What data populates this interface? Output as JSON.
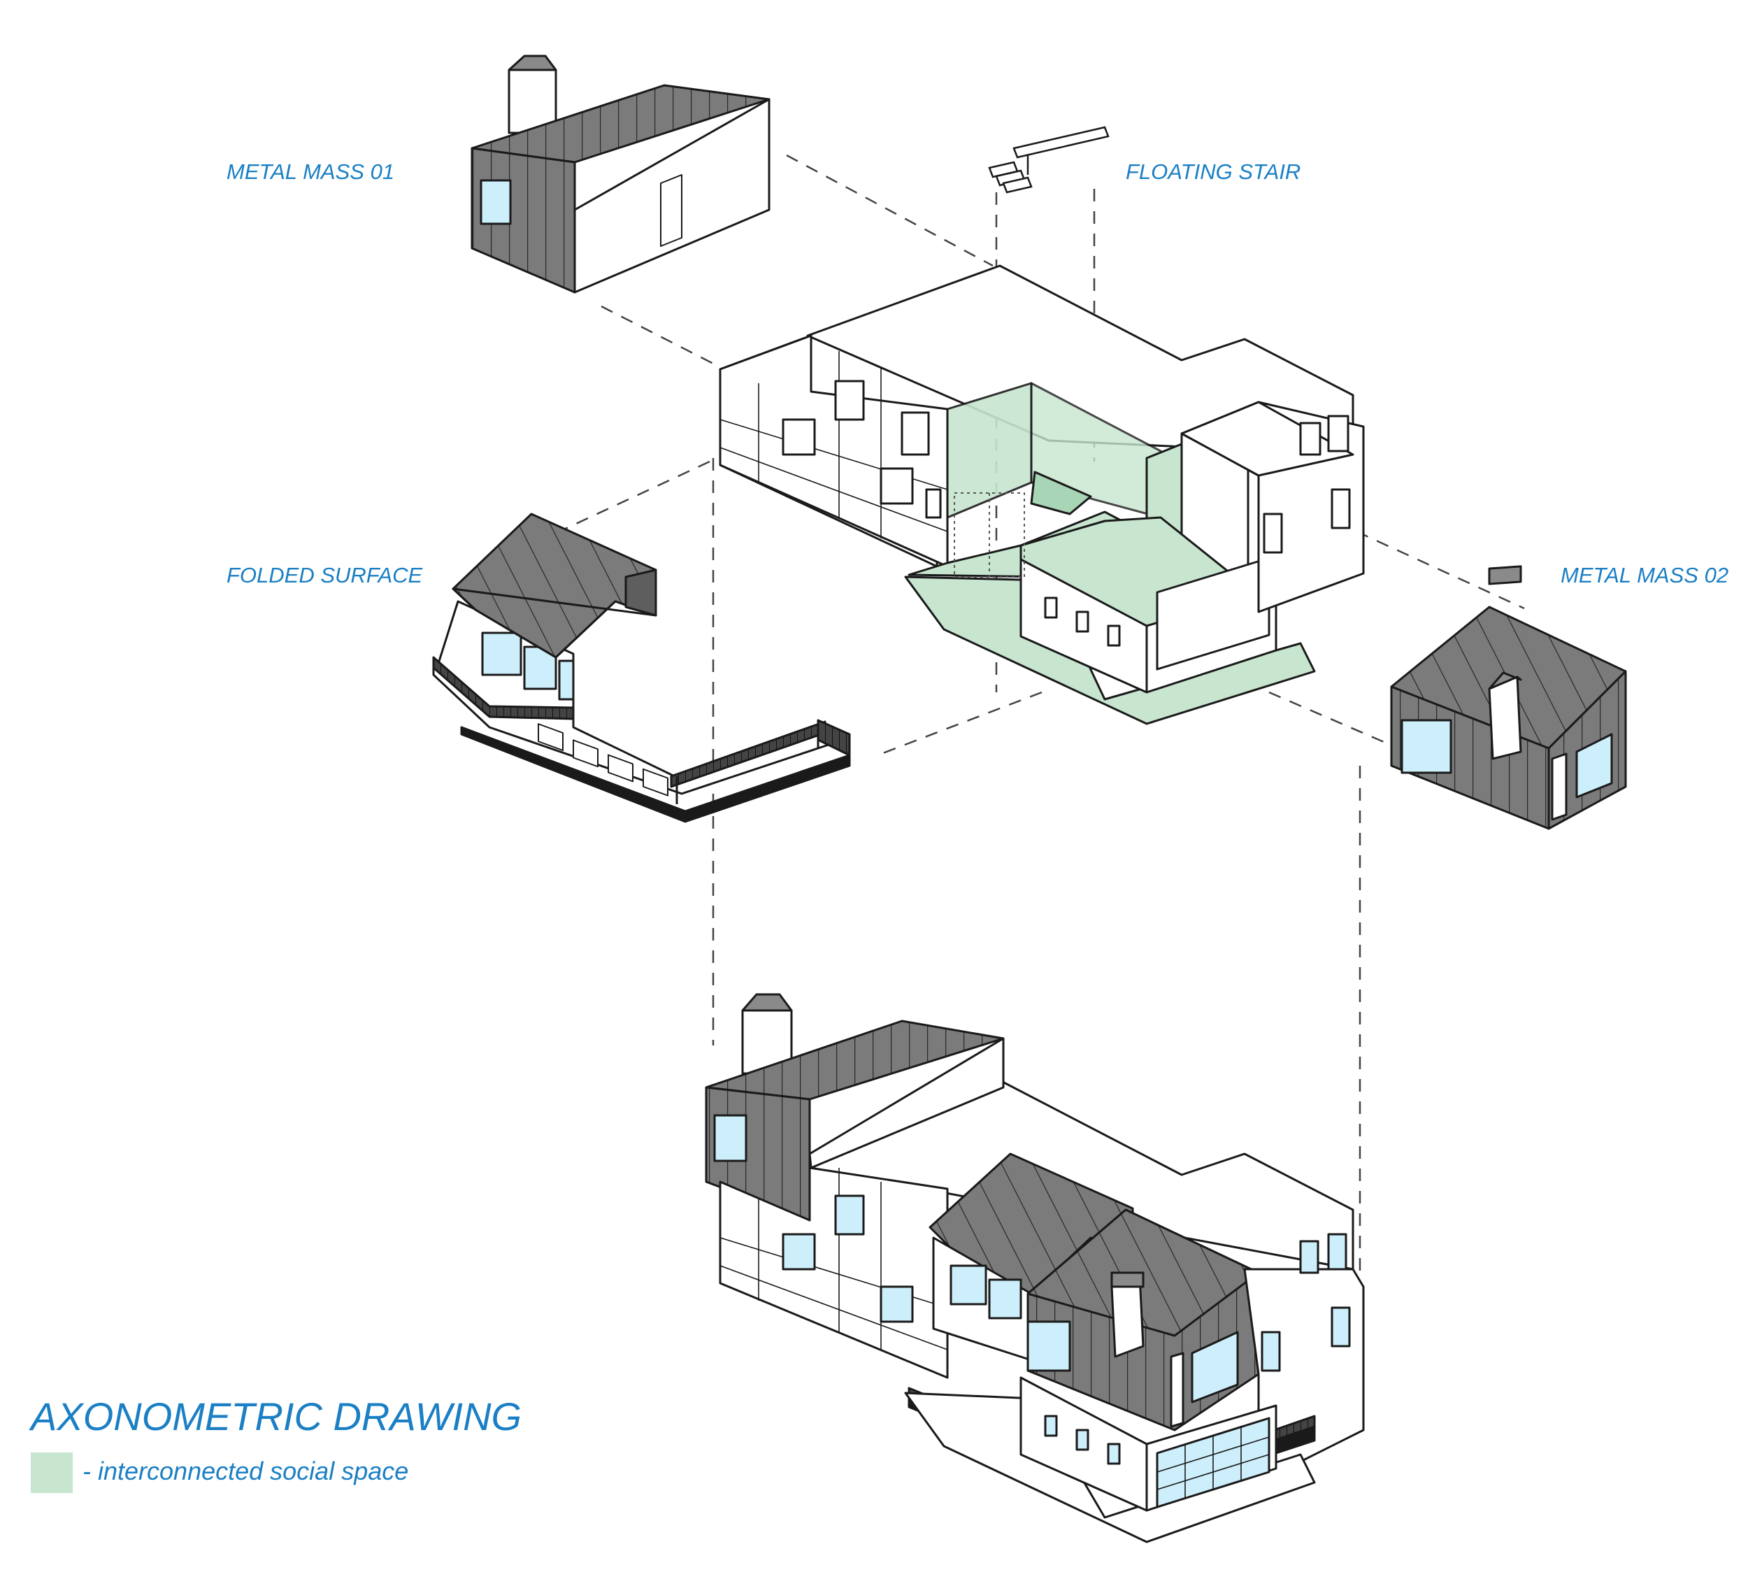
{
  "labels": {
    "metal_mass_01": "METAL MASS 01",
    "floating_stair": "FLOATING STAIR",
    "folded_surface": "FOLDED SURFACE",
    "metal_mass_02": "METAL MASS 02"
  },
  "title": "AXONOMETRIC DRAWING",
  "legend": {
    "swatch_color": "#c7e5cf",
    "text": "- interconnected social space"
  },
  "colors": {
    "label_blue": "#1a7fc4",
    "metal": "#7b7b7b",
    "metal_dark": "#5e5e5e",
    "glass": "#cdeefb",
    "social_space": "#c7e5cf",
    "line": "#1a1a1a"
  }
}
